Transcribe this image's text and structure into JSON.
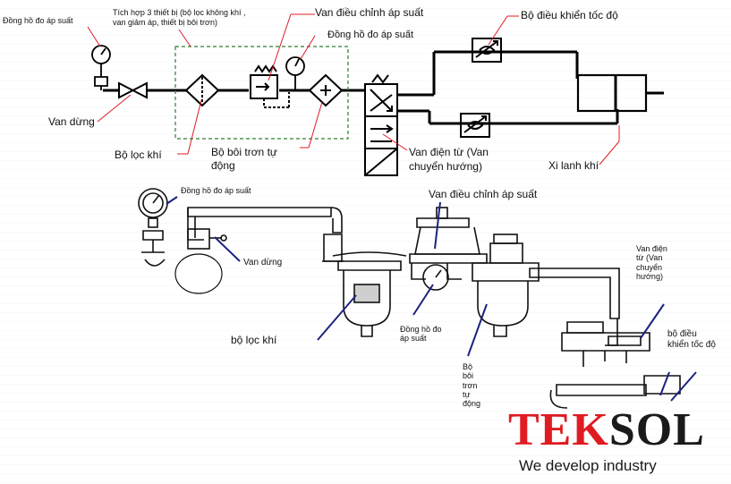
{
  "top_diagram": {
    "gauge_left": "Đồng hồ đo áp suất",
    "frl_note_line1": "Tích hợp 3 thiết bị (bộ lọc không khí ,",
    "frl_note_line2": "van giảm áp, thiết bị bôi trơn)",
    "pressure_regulator": "Van điều chỉnh áp suất",
    "gauge_center": "Đồng hồ đo áp suất",
    "speed_controller": "Bộ điều khiển tốc độ",
    "stop_valve": "Van dừng",
    "air_filter": "Bộ lọc khí",
    "lubricator_line1": "Bộ bôi trơn tự",
    "lubricator_line2": "động",
    "solenoid_line1": "Van điện từ (Van",
    "solenoid_line2": "chuyển hướng)",
    "cylinder": "Xi lanh khí"
  },
  "bottom_drawing": {
    "gauge": "Đồng hồ đo áp suất",
    "pressure_regulator": "Van điều chỉnh áp suất",
    "stop_valve": "Van dừng",
    "solenoid": "Van điện từ (Van chuyển hướng)",
    "air_filter": "bộ lọc khí",
    "gauge_center": "Đồng hồ đo áp suất",
    "lubricator": "Bộ bôi trơn tự động",
    "speed_controller": "bộ điều khiển tốc độ"
  },
  "brand": {
    "word_red": "TEK",
    "word_black": "SOL",
    "tagline": "We develop industry"
  },
  "colors": {
    "leader_line": "#e01b22",
    "callout_line": "#1a237e",
    "frl_box": "#2e7d32",
    "brand_red": "#e01b22"
  }
}
